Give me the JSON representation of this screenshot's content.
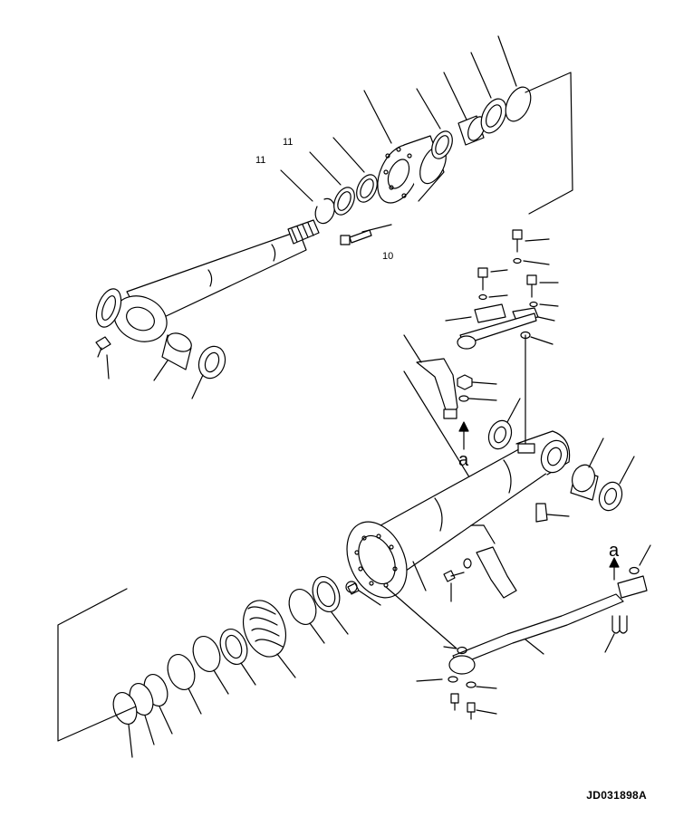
{
  "drawing": {
    "code": "JD031898A",
    "callout_a_top": "a",
    "callout_a_right": "a",
    "callout_10": "10",
    "callout_11": "11",
    "callout_11b": "11"
  }
}
